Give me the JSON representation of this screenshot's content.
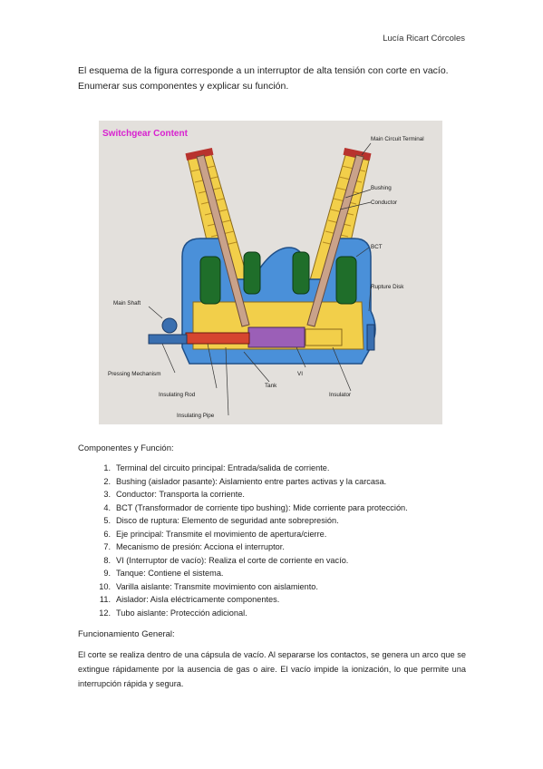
{
  "header": {
    "author": "Lucía Ricart Córcoles"
  },
  "question": "El esquema de la figura corresponde a un interruptor de alta tensión con corte en vacío. Enumerar sus componentes y explicar su función.",
  "figure": {
    "title": "Switchgear Content",
    "labels": {
      "main_circuit_terminal": "Main Circuit Terminal",
      "bushing": "Bushing",
      "conductor": "Conductor",
      "bct": "BCT",
      "rupture_disk": "Rupture Disk",
      "main_shaft": "Main Shaft",
      "pressing_mechanism": "Pressing Mechanism",
      "insulating_rod": "Insulating Rod",
      "insulating_pipe": "Insulating Pipe",
      "tank": "Tank",
      "vi": "VI",
      "insulator": "Insulator"
    },
    "colors": {
      "title": "#d81fd0",
      "background": "#e3e0dc",
      "bushing": "#f2cf4a",
      "tank": "#4a90d9",
      "ct": "#1f6e2a",
      "vi": "#9b5fb7",
      "terminal": "#b8332e"
    }
  },
  "components": {
    "heading": "Componentes y Función:",
    "items": [
      {
        "num": "1.",
        "text": "Terminal del circuito principal: Entrada/salida de corriente."
      },
      {
        "num": "2.",
        "text": "Bushing (aislador pasante): Aislamiento entre partes activas y la carcasa."
      },
      {
        "num": "3.",
        "text": "Conductor: Transporta la corriente."
      },
      {
        "num": "4.",
        "text": "BCT (Transformador de corriente tipo bushing): Mide corriente para protección."
      },
      {
        "num": "5.",
        "text": "Disco de ruptura: Elemento de seguridad ante sobrepresión."
      },
      {
        "num": "6.",
        "text": "Eje principal: Transmite el movimiento de apertura/cierre."
      },
      {
        "num": "7.",
        "text": "Mecanismo de presión: Acciona el interruptor."
      },
      {
        "num": "8.",
        "text": "VI (Interruptor de vacío): Realiza el corte de corriente en vacío."
      },
      {
        "num": "9.",
        "text": "Tanque: Contiene el sistema."
      },
      {
        "num": "10.",
        "text": "Varilla aislante: Transmite movimiento con aislamiento."
      },
      {
        "num": "11.",
        "text": "Aislador: Aisla eléctricamente componentes."
      },
      {
        "num": "12.",
        "text": "Tubo aislante: Protección adicional."
      }
    ]
  },
  "operation": {
    "heading": "Funcionamiento General:",
    "text": "El corte se realiza dentro de una cápsula de vacío. Al separarse los contactos, se genera un arco que se extingue rápidamente por la ausencia de gas o aire. El vacío impide la ionización, lo que permite una interrupción rápida y segura."
  }
}
